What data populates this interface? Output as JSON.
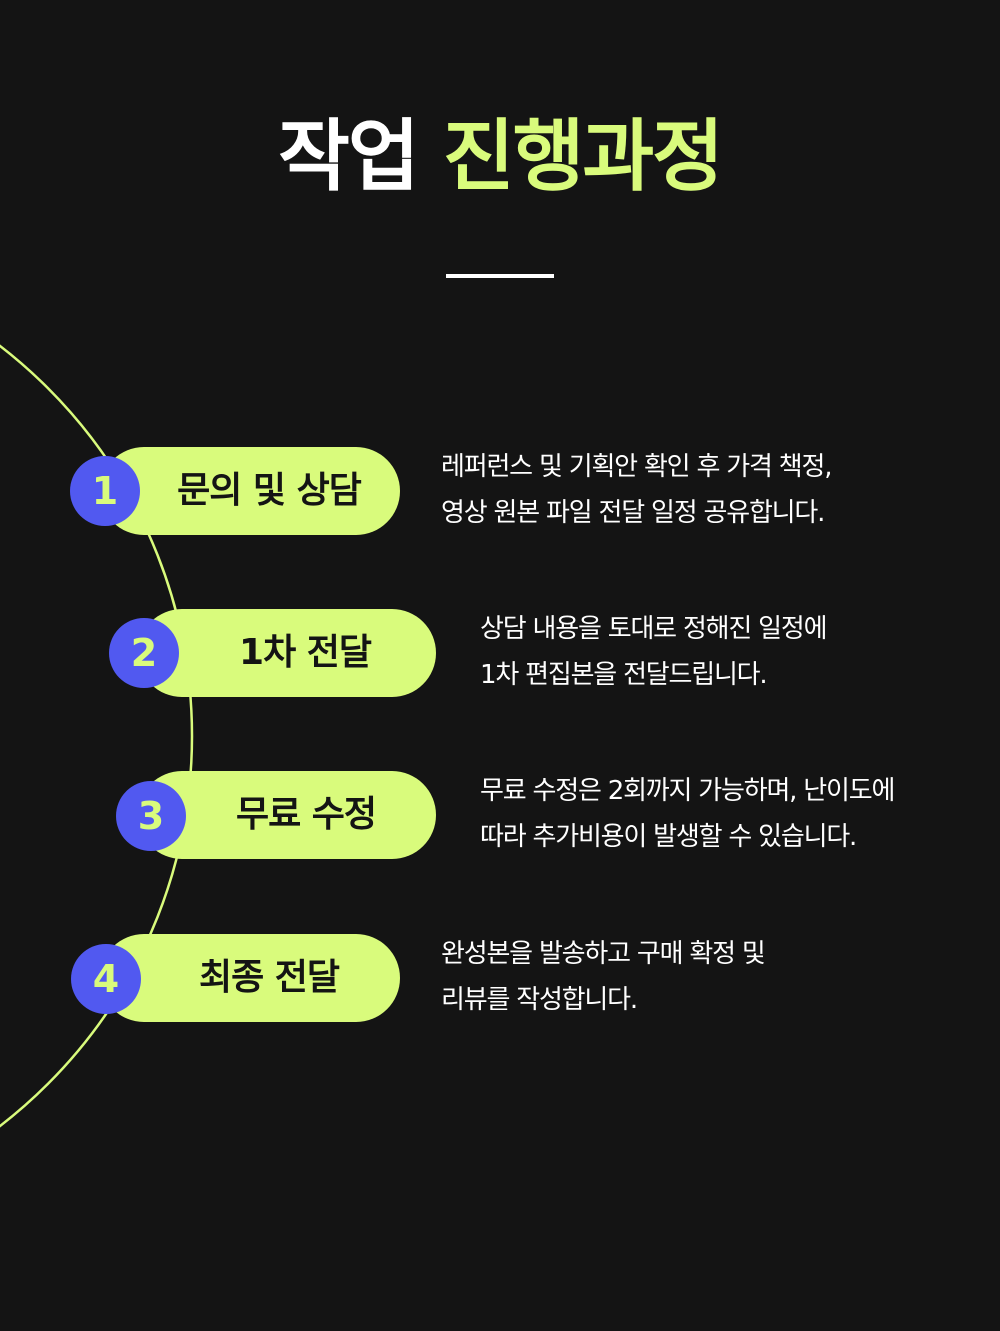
{
  "header": {
    "title_part1": "작업",
    "title_part2": "진행과정"
  },
  "colors": {
    "background": "#141414",
    "accent": "#d9fb7c",
    "badge": "#5159f0",
    "text": "#ffffff"
  },
  "steps": [
    {
      "number": "1",
      "label": "문의 및 상담",
      "desc_line1": "레퍼런스 및 기획안 확인 후 가격 책정,",
      "desc_line2": "영상 원본 파일 전달 일정 공유합니다."
    },
    {
      "number": "2",
      "label": "1차 전달",
      "desc_line1": "상담 내용을 토대로 정해진 일정에",
      "desc_line2": "1차 편집본을 전달드립니다."
    },
    {
      "number": "3",
      "label": "무료 수정",
      "desc_line1": "무료 수정은 2회까지 가능하며, 난이도에",
      "desc_line2": "따라 추가비용이 발생할 수 있습니다."
    },
    {
      "number": "4",
      "label": "최종 전달",
      "desc_line1": "완성본을 발송하고 구매 확정 및",
      "desc_line2": "리뷰를 작성합니다."
    }
  ]
}
